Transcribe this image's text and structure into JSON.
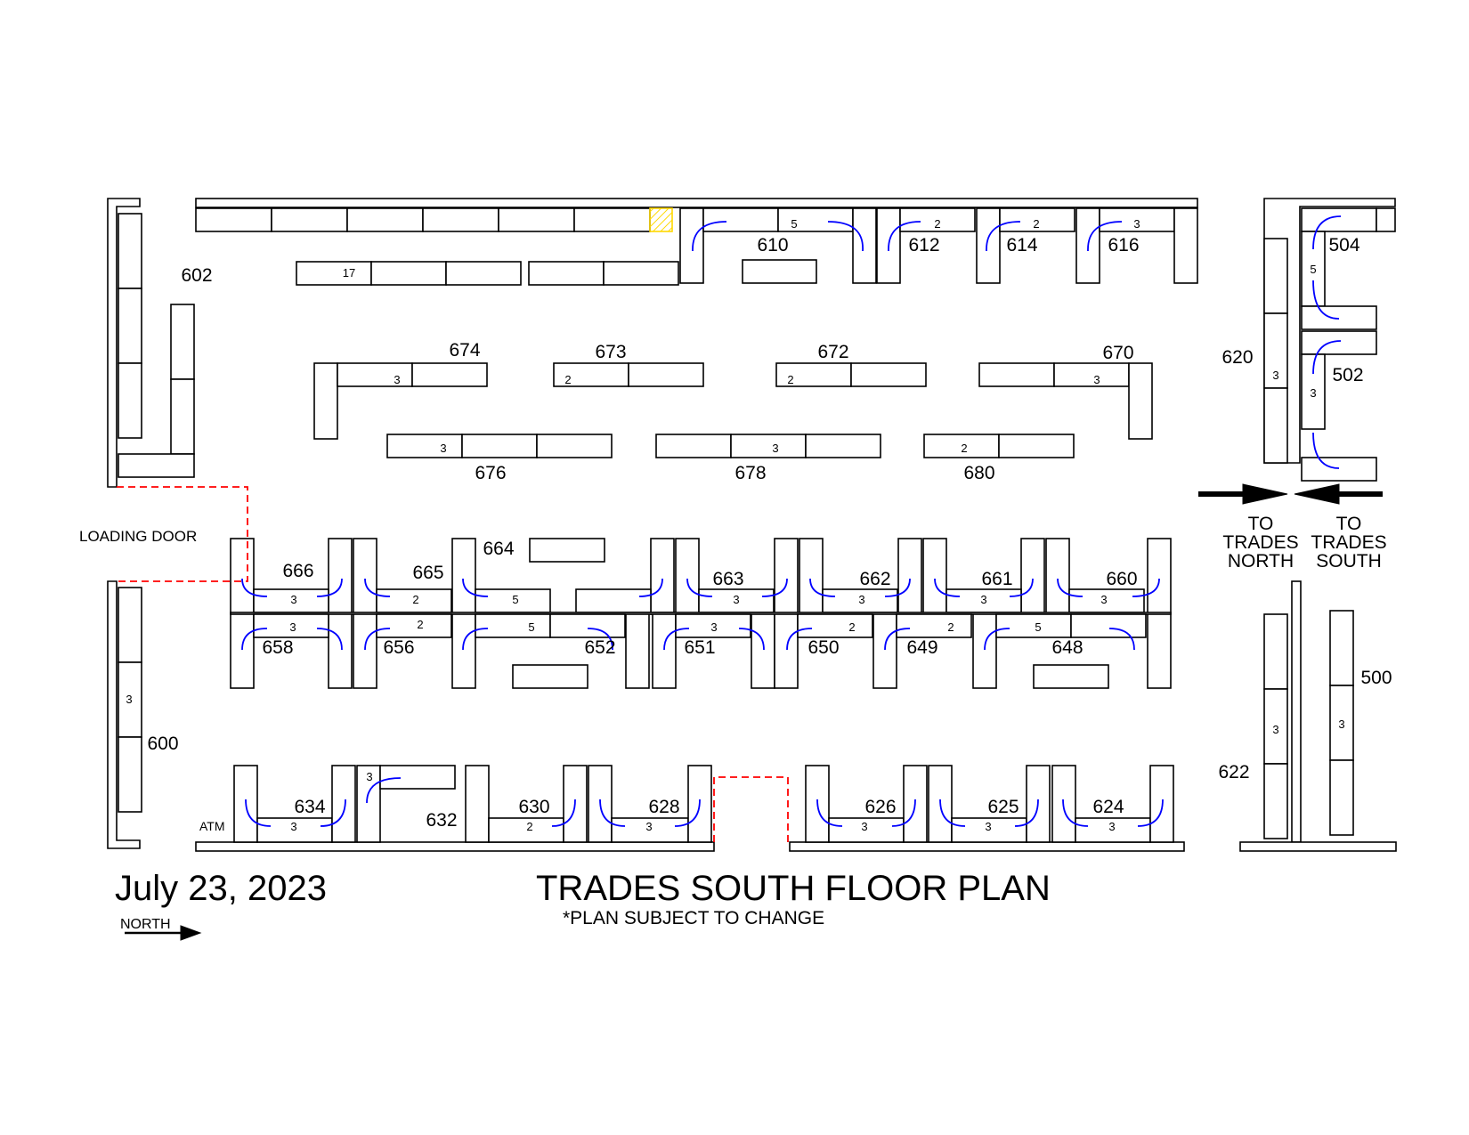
{
  "title": "TRADES SOUTH FLOOR PLAN",
  "subtitle": "*PLAN SUBJECT TO CHANGE",
  "date": "July 23, 2023",
  "compass": "NORTH",
  "loading_door": "LOADING DOOR",
  "atm": "ATM",
  "to_trades_north": [
    "TO",
    "TRADES",
    "NORTH"
  ],
  "to_trades_south": [
    "TO",
    "TRADES",
    "SOUTH"
  ],
  "colors": {
    "door": "#ff0000",
    "swing": "#0000ff",
    "hatch": "#ffd800",
    "line": "#000000"
  },
  "booths": {
    "b602": "602",
    "b600": "600",
    "b610": "610",
    "b612": "612",
    "b614": "614",
    "b616": "616",
    "b674": "674",
    "b673": "673",
    "b672": "672",
    "b670": "670",
    "b676": "676",
    "b678": "678",
    "b680": "680",
    "b666": "666",
    "b665": "665",
    "b664": "664",
    "b663": "663",
    "b662": "662",
    "b661": "661",
    "b660": "660",
    "b658": "658",
    "b656": "656",
    "b652": "652",
    "b651": "651",
    "b650": "650",
    "b649": "649",
    "b648": "648",
    "b634": "634",
    "b632": "632",
    "b630": "630",
    "b628": "628",
    "b626": "626",
    "b625": "625",
    "b624": "624",
    "b620": "620",
    "b504": "504",
    "b502": "502",
    "b622": "622",
    "b500": "500"
  },
  "counts": {
    "c17": "17",
    "c610": "5",
    "c612": "2",
    "c614": "2",
    "c616": "3",
    "c674": "3",
    "c673": "2",
    "c672": "2",
    "c670": "3",
    "c676": "3",
    "c678": "3",
    "c680": "2",
    "c666": "3",
    "c665": "2",
    "c664": "5",
    "c663": "3",
    "c662": "3",
    "c661": "3",
    "c660": "3",
    "c658": "3",
    "c656": "2",
    "c652": "5",
    "c651": "3",
    "c650": "2",
    "c649": "2",
    "c648": "5",
    "c634": "3",
    "c632": "3",
    "c630": "2",
    "c628": "3",
    "c626": "3",
    "c625": "3",
    "c624": "3",
    "c600": "3",
    "c620": "3",
    "c504": "5",
    "c502": "3",
    "c622": "3",
    "c500": "3"
  }
}
